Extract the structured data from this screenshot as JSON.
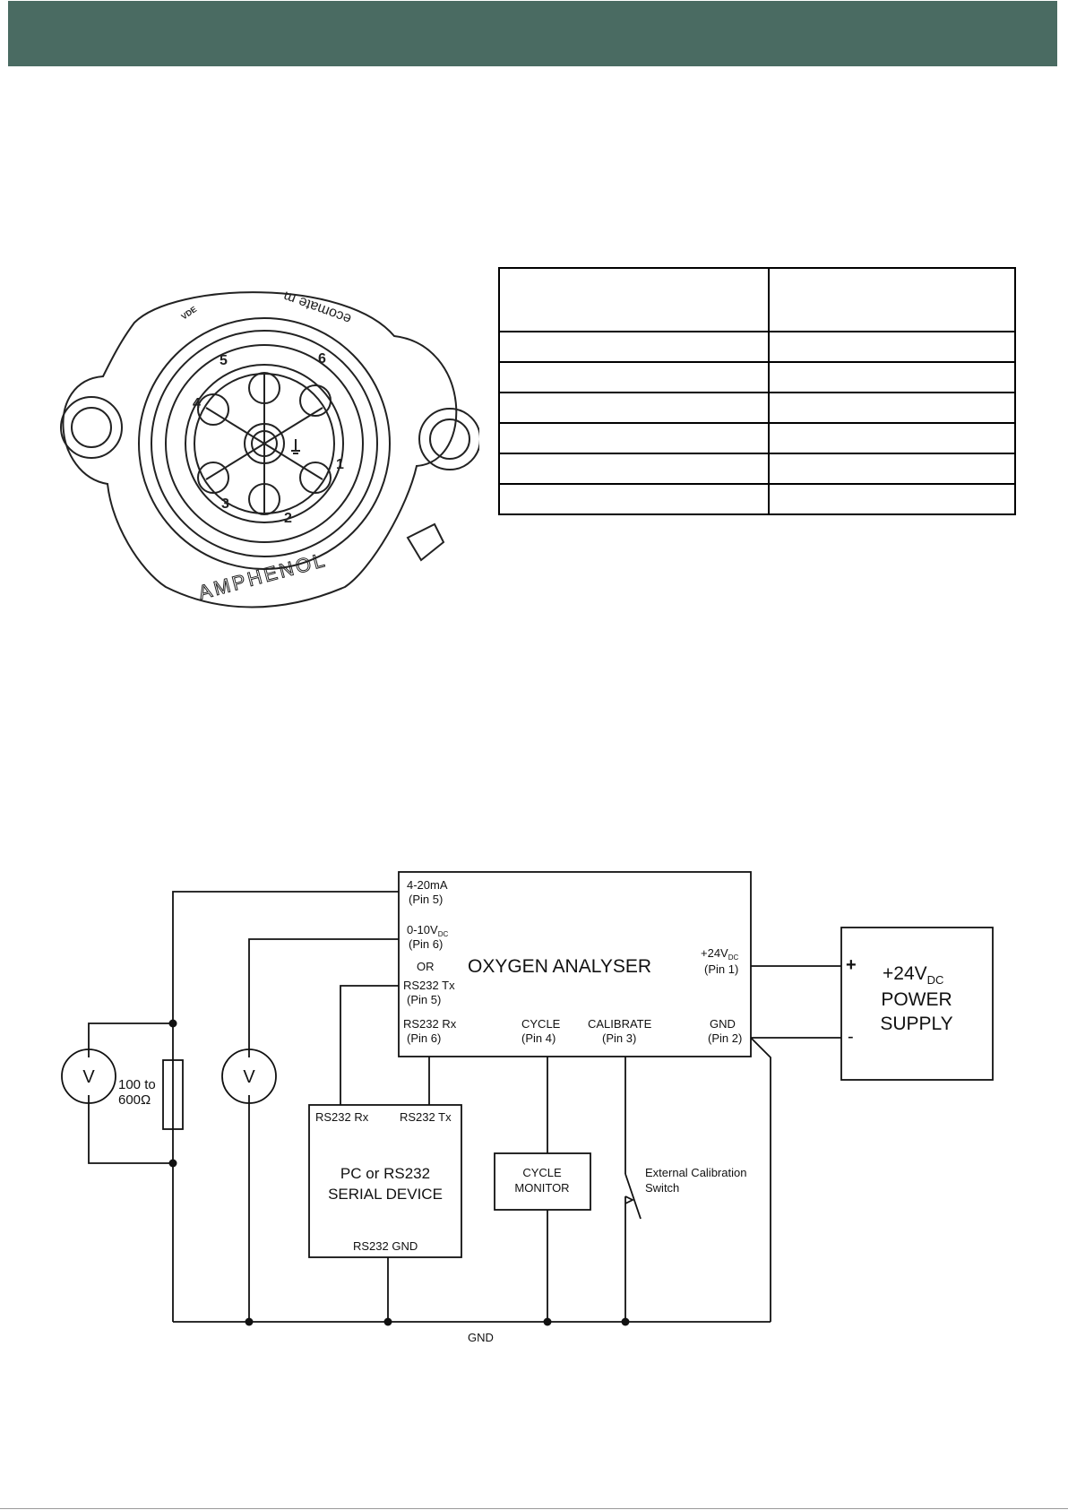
{
  "connector": {
    "brand": "AMPHENOL",
    "series": "ecomate m",
    "vde_mark": "VDE",
    "pins": [
      "1",
      "2",
      "3",
      "4",
      "5",
      "6"
    ]
  },
  "pin_table": {
    "rows": [
      [
        "",
        ""
      ],
      [
        "",
        ""
      ],
      [
        "",
        ""
      ],
      [
        "",
        ""
      ],
      [
        "",
        ""
      ],
      [
        "",
        ""
      ],
      [
        "",
        ""
      ]
    ]
  },
  "wiring": {
    "analyser_title": "OXYGEN ANALYSER",
    "out_420": "4-20mA",
    "out_420_pin": "(Pin 5)",
    "out_010_main": "0-10V",
    "out_010_sub": "DC",
    "out_010_pin": "(Pin 6)",
    "or_label": "OR",
    "rs232_tx": "RS232 Tx",
    "rs232_tx_pin": "(Pin 5)",
    "rs232_rx": "RS232 Rx",
    "rs232_rx_pin": "(Pin 6)",
    "cycle": "CYCLE",
    "cycle_pin": "(Pin 4)",
    "calibrate": "CALIBRATE",
    "calibrate_pin": "(Pin 3)",
    "gnd": "GND",
    "gnd_pin": "(Pin 2)",
    "v24_main": "+24V",
    "v24_sub": "DC",
    "v24_pin": "(Pin 1)",
    "psu_line1_main": "+24V",
    "psu_line1_sub": "DC",
    "psu_line2": "POWER",
    "psu_line3": "SUPPLY",
    "psu_plus": "+",
    "psu_minus": "-",
    "meter_symbol": "V",
    "resistor_line1": "100 to",
    "resistor_line2": "600Ω",
    "pc_rx": "RS232 Rx",
    "pc_tx": "RS232 Tx",
    "pc_line1": "PC or RS232",
    "pc_line2": "SERIAL DEVICE",
    "pc_gnd": "RS232 GND",
    "cycle_monitor_line1": "CYCLE",
    "cycle_monitor_line2": "MONITOR",
    "ext_cal_line1": "External Calibration",
    "ext_cal_line2": "Switch",
    "ground_label": "GND"
  },
  "colors": {
    "header": "#4a6b62"
  }
}
